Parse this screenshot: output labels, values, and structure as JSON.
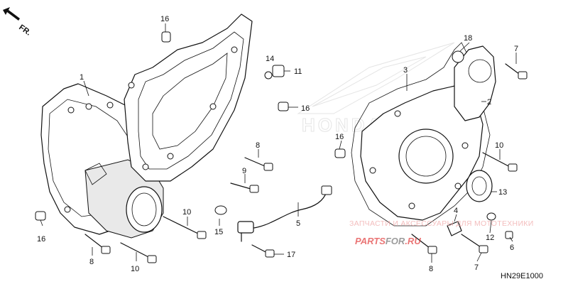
{
  "direction_label": "FR.",
  "diagram_code": "HN29E1000",
  "callouts": [
    {
      "id": "c1",
      "text": "1"
    },
    {
      "id": "c16a",
      "text": "16"
    },
    {
      "id": "c14",
      "text": "14"
    },
    {
      "id": "c11",
      "text": "11"
    },
    {
      "id": "c16b",
      "text": "16"
    },
    {
      "id": "c8a",
      "text": "8"
    },
    {
      "id": "c9",
      "text": "9"
    },
    {
      "id": "c10a",
      "text": "10"
    },
    {
      "id": "c15",
      "text": "15"
    },
    {
      "id": "c5",
      "text": "5"
    },
    {
      "id": "c17",
      "text": "17"
    },
    {
      "id": "c16c",
      "text": "16"
    },
    {
      "id": "c8b",
      "text": "8"
    },
    {
      "id": "c10b",
      "text": "10"
    },
    {
      "id": "c18",
      "text": "18"
    },
    {
      "id": "c7a",
      "text": "7"
    },
    {
      "id": "c3",
      "text": "3"
    },
    {
      "id": "c2",
      "text": "2"
    },
    {
      "id": "c16d",
      "text": "16"
    },
    {
      "id": "c10c",
      "text": "10"
    },
    {
      "id": "c13",
      "text": "13"
    },
    {
      "id": "c4",
      "text": "4"
    },
    {
      "id": "c12",
      "text": "12"
    },
    {
      "id": "c6",
      "text": "6"
    },
    {
      "id": "c8c",
      "text": "8"
    },
    {
      "id": "c7b",
      "text": "7"
    }
  ],
  "watermark": {
    "line1": "ЗАПЧАСТИ И АКСЕССУАРЫ ДЛЯ МОТОТЕХНИКИ",
    "logo_a": "PARTS",
    "logo_b": "FOR",
    "logo_c": ".RU",
    "brand_bg": "HONDA"
  },
  "colors": {
    "line": "#111111",
    "watermark_red": "#e23b3b",
    "watermark_dark": "#4a4a4a"
  }
}
